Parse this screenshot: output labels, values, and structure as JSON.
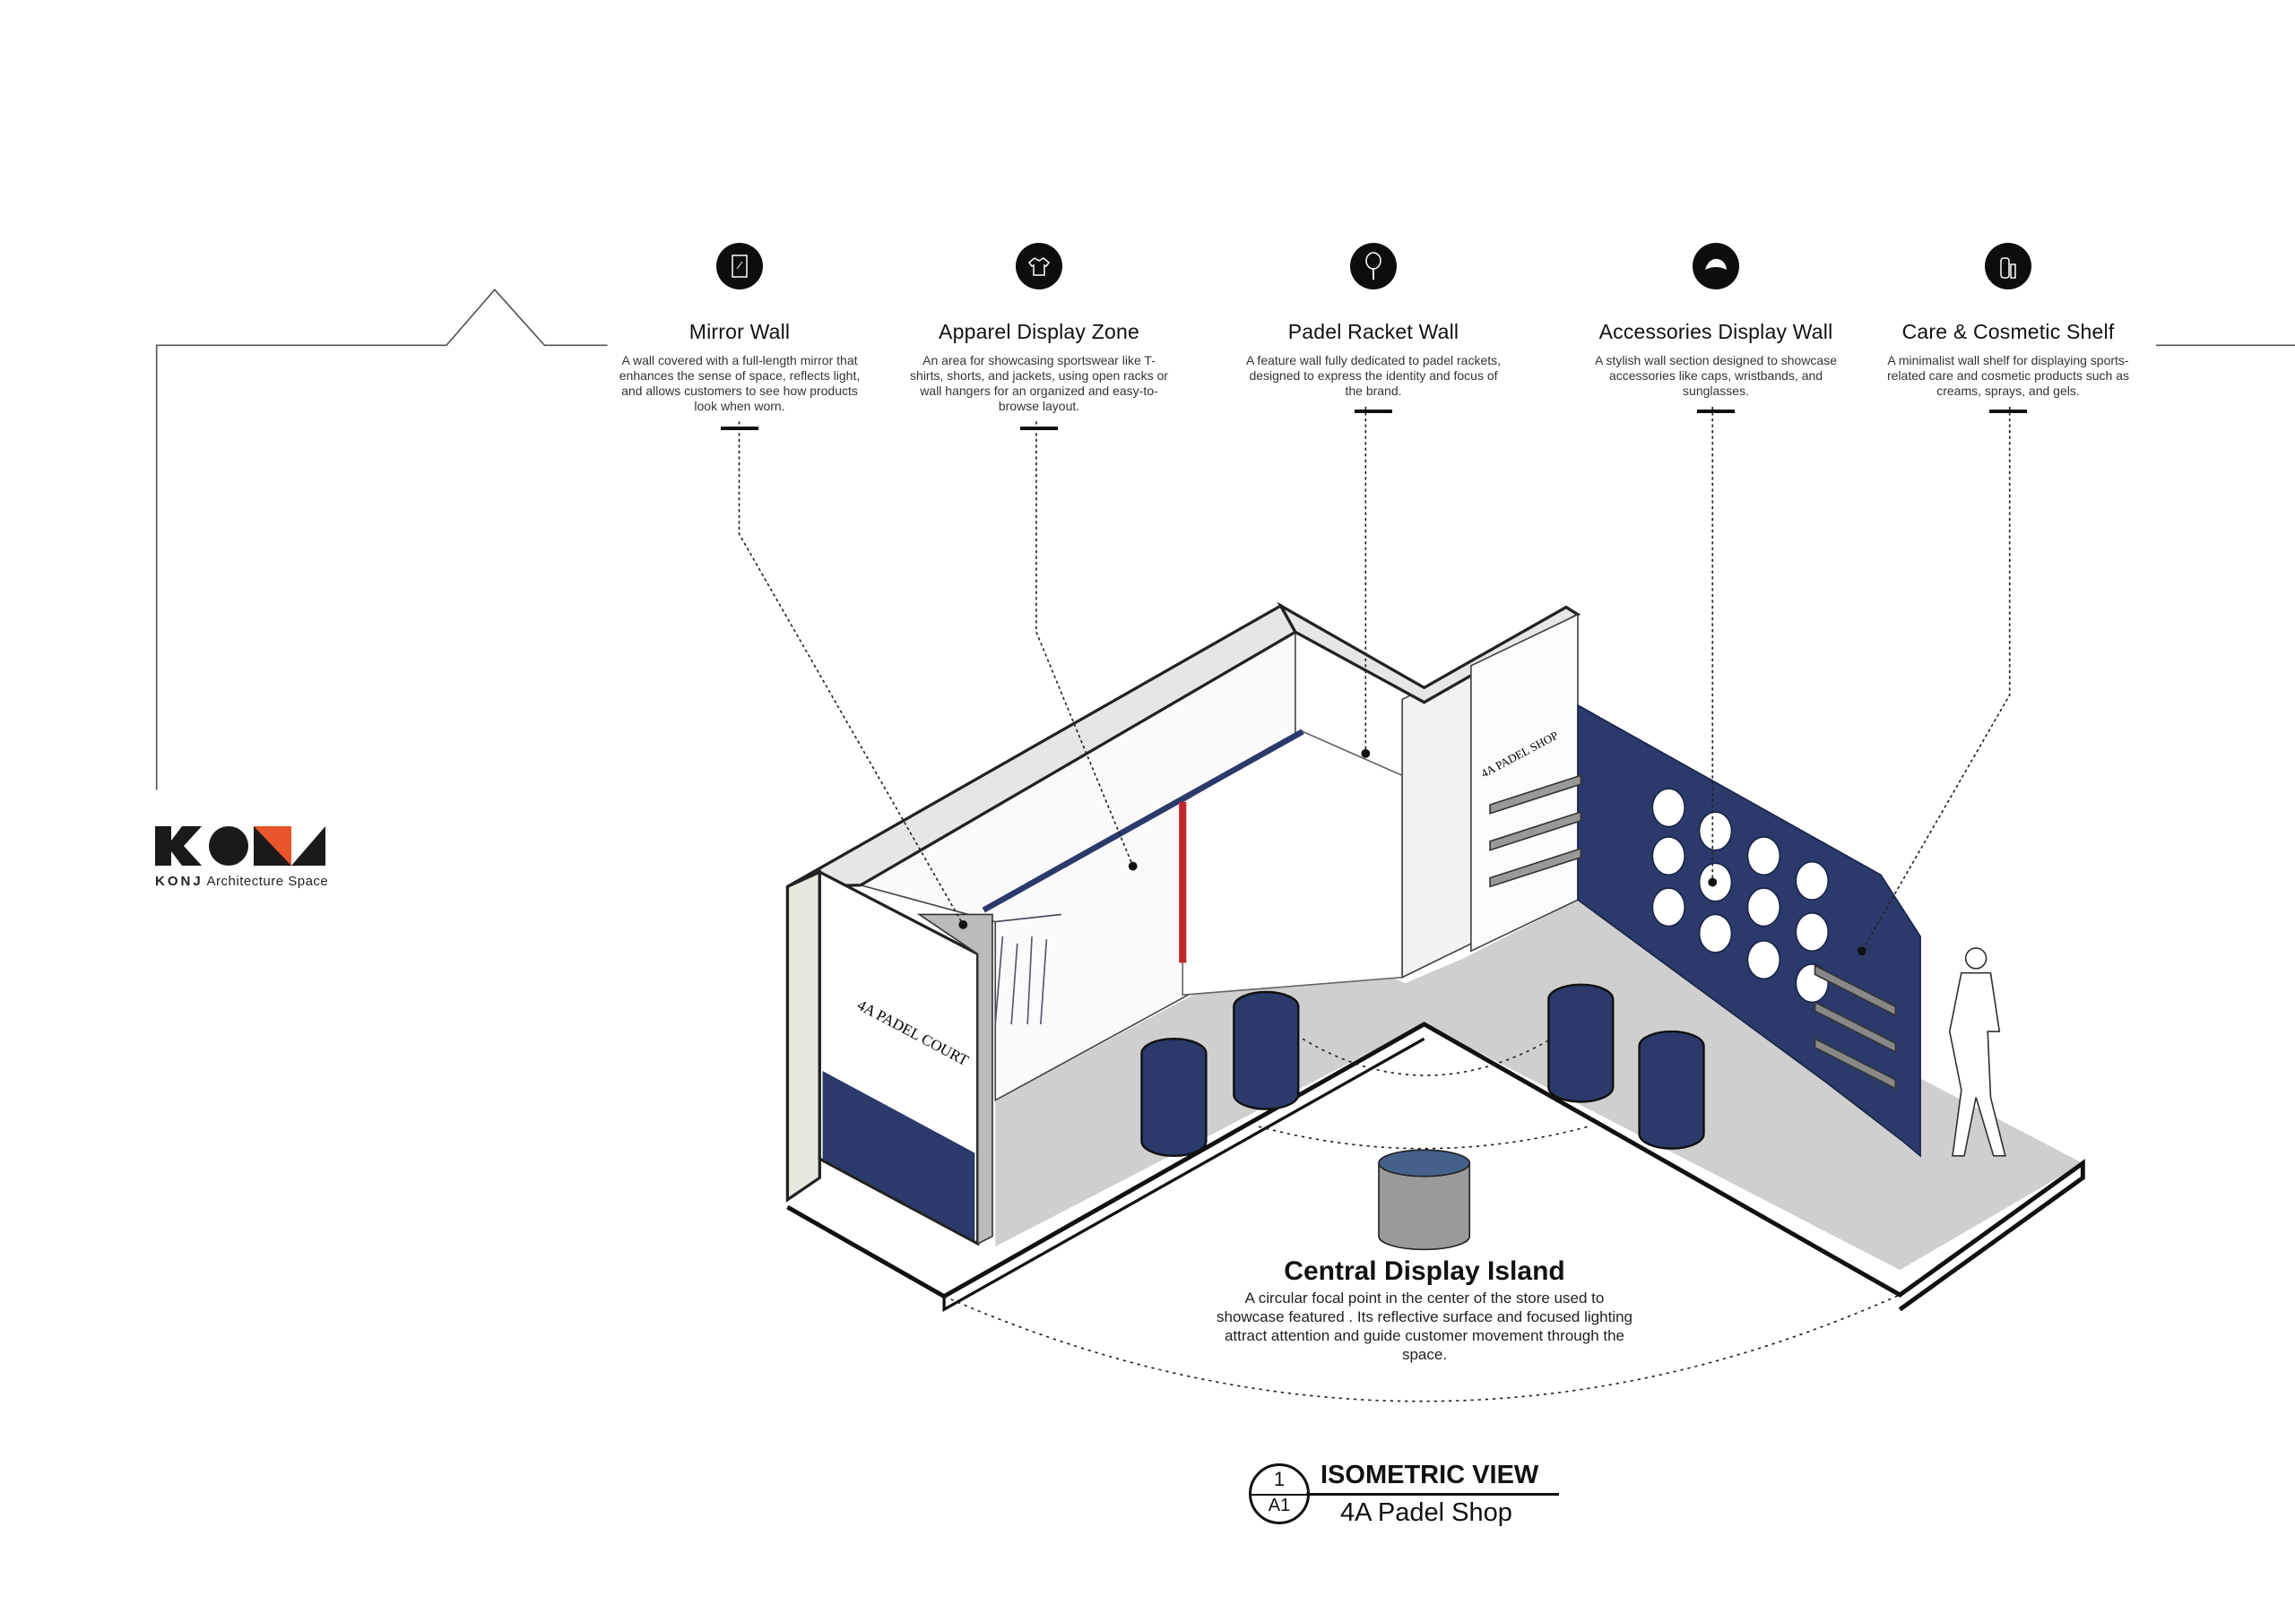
{
  "features": [
    {
      "title": "Mirror Wall",
      "icon": "mirror-icon",
      "description": "A wall covered with a full-length mirror that enhances the sense of space, reflects light, and allows customers to see how products look when worn."
    },
    {
      "title": "Apparel Display Zone",
      "icon": "tshirt-icon",
      "description": "An area for showcasing sportswear like T-shirts, shorts, and jackets, using open racks or wall hangers for an organized and easy-to-browse layout."
    },
    {
      "title": "Padel Racket Wall",
      "icon": "padel-racket-icon",
      "description": "A feature wall fully dedicated to padel rackets, designed to express the identity and focus of the brand."
    },
    {
      "title": "Accessories Display Wall",
      "icon": "cap-icon",
      "description": "A stylish wall section designed to showcase accessories like caps, wristbands, and sunglasses."
    },
    {
      "title": "Care & Cosmetic Shelf",
      "icon": "cosmetic-bottles-icon",
      "description": "A minimalist wall shelf for displaying sports-related care and cosmetic products such as creams, sprays, and gels."
    }
  ],
  "central_island": {
    "title": "Central Display Island",
    "description": "A circular focal point in the center of the store used to showcase featured . Its reflective surface and focused lighting attract attention and guide customer movement through the space."
  },
  "drawing_labels": {
    "court_sign": "4A PADEL COURT",
    "shop_sign": "4A PADEL SHOP"
  },
  "logo": {
    "brand": "KONJ",
    "tagline": "Architecture Space",
    "accent_color": "#e8552a"
  },
  "title_block": {
    "number": "1",
    "sheet": "A1",
    "title": "ISOMETRIC VIEW",
    "subtitle": "4A Padel Shop"
  },
  "colors": {
    "navy": "#2b3a6b",
    "floor": "#cfcfcf",
    "accent_red": "#c0282d"
  }
}
